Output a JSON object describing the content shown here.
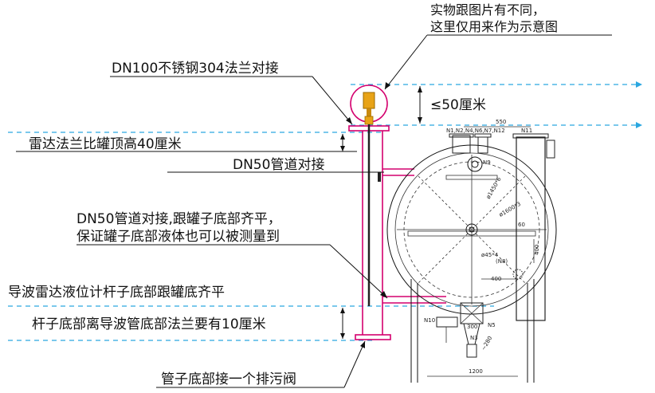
{
  "annotations": {
    "note_line1": "实物跟图片有不同，",
    "note_line2": "这里仅用来作为示意图",
    "flange_connection": "DN100不锈钢304法兰对接",
    "top_gap": "≤50厘米",
    "radar_flange_height": "雷达法兰比罐顶高40厘米",
    "dn50_connection": "DN50管道对接",
    "dn50_bottom_line1": "DN50管道对接,跟罐子底部齐平，",
    "dn50_bottom_line2": "保证罐子底部液体也可以被测量到",
    "rod_bottom_level": "导波雷达液位计杆子底部跟罐底齐平",
    "rod_gap": "杆子底部离导波管底部法兰要有10厘米",
    "drain_valve": "管子底部接一个排污阀"
  },
  "drawing": {
    "dim_550": "550",
    "nozzles_top": "N1,N2,N4,N6,N7,N12",
    "nozzle_n11": "N11",
    "nozzle_n9": "N9",
    "dia_1450": "ø1450*6",
    "dia_1600": "ø1600*3",
    "dim_60": "60",
    "dim_400_right": "400",
    "dia_45": "ø45*4",
    "nozzle_n8": "(N8)",
    "dim_400_bottom": "400",
    "nozzle_n10": "N10",
    "dim_300": "300",
    "nozzle_n5": "N5",
    "nozzle_n3": "N3",
    "dim_280": "~280",
    "dim_1200": "1200"
  },
  "colors": {
    "guide_pipe": "#d4006e",
    "reference_lines": "#2aa7e0",
    "radar_head": "#e8a317"
  }
}
